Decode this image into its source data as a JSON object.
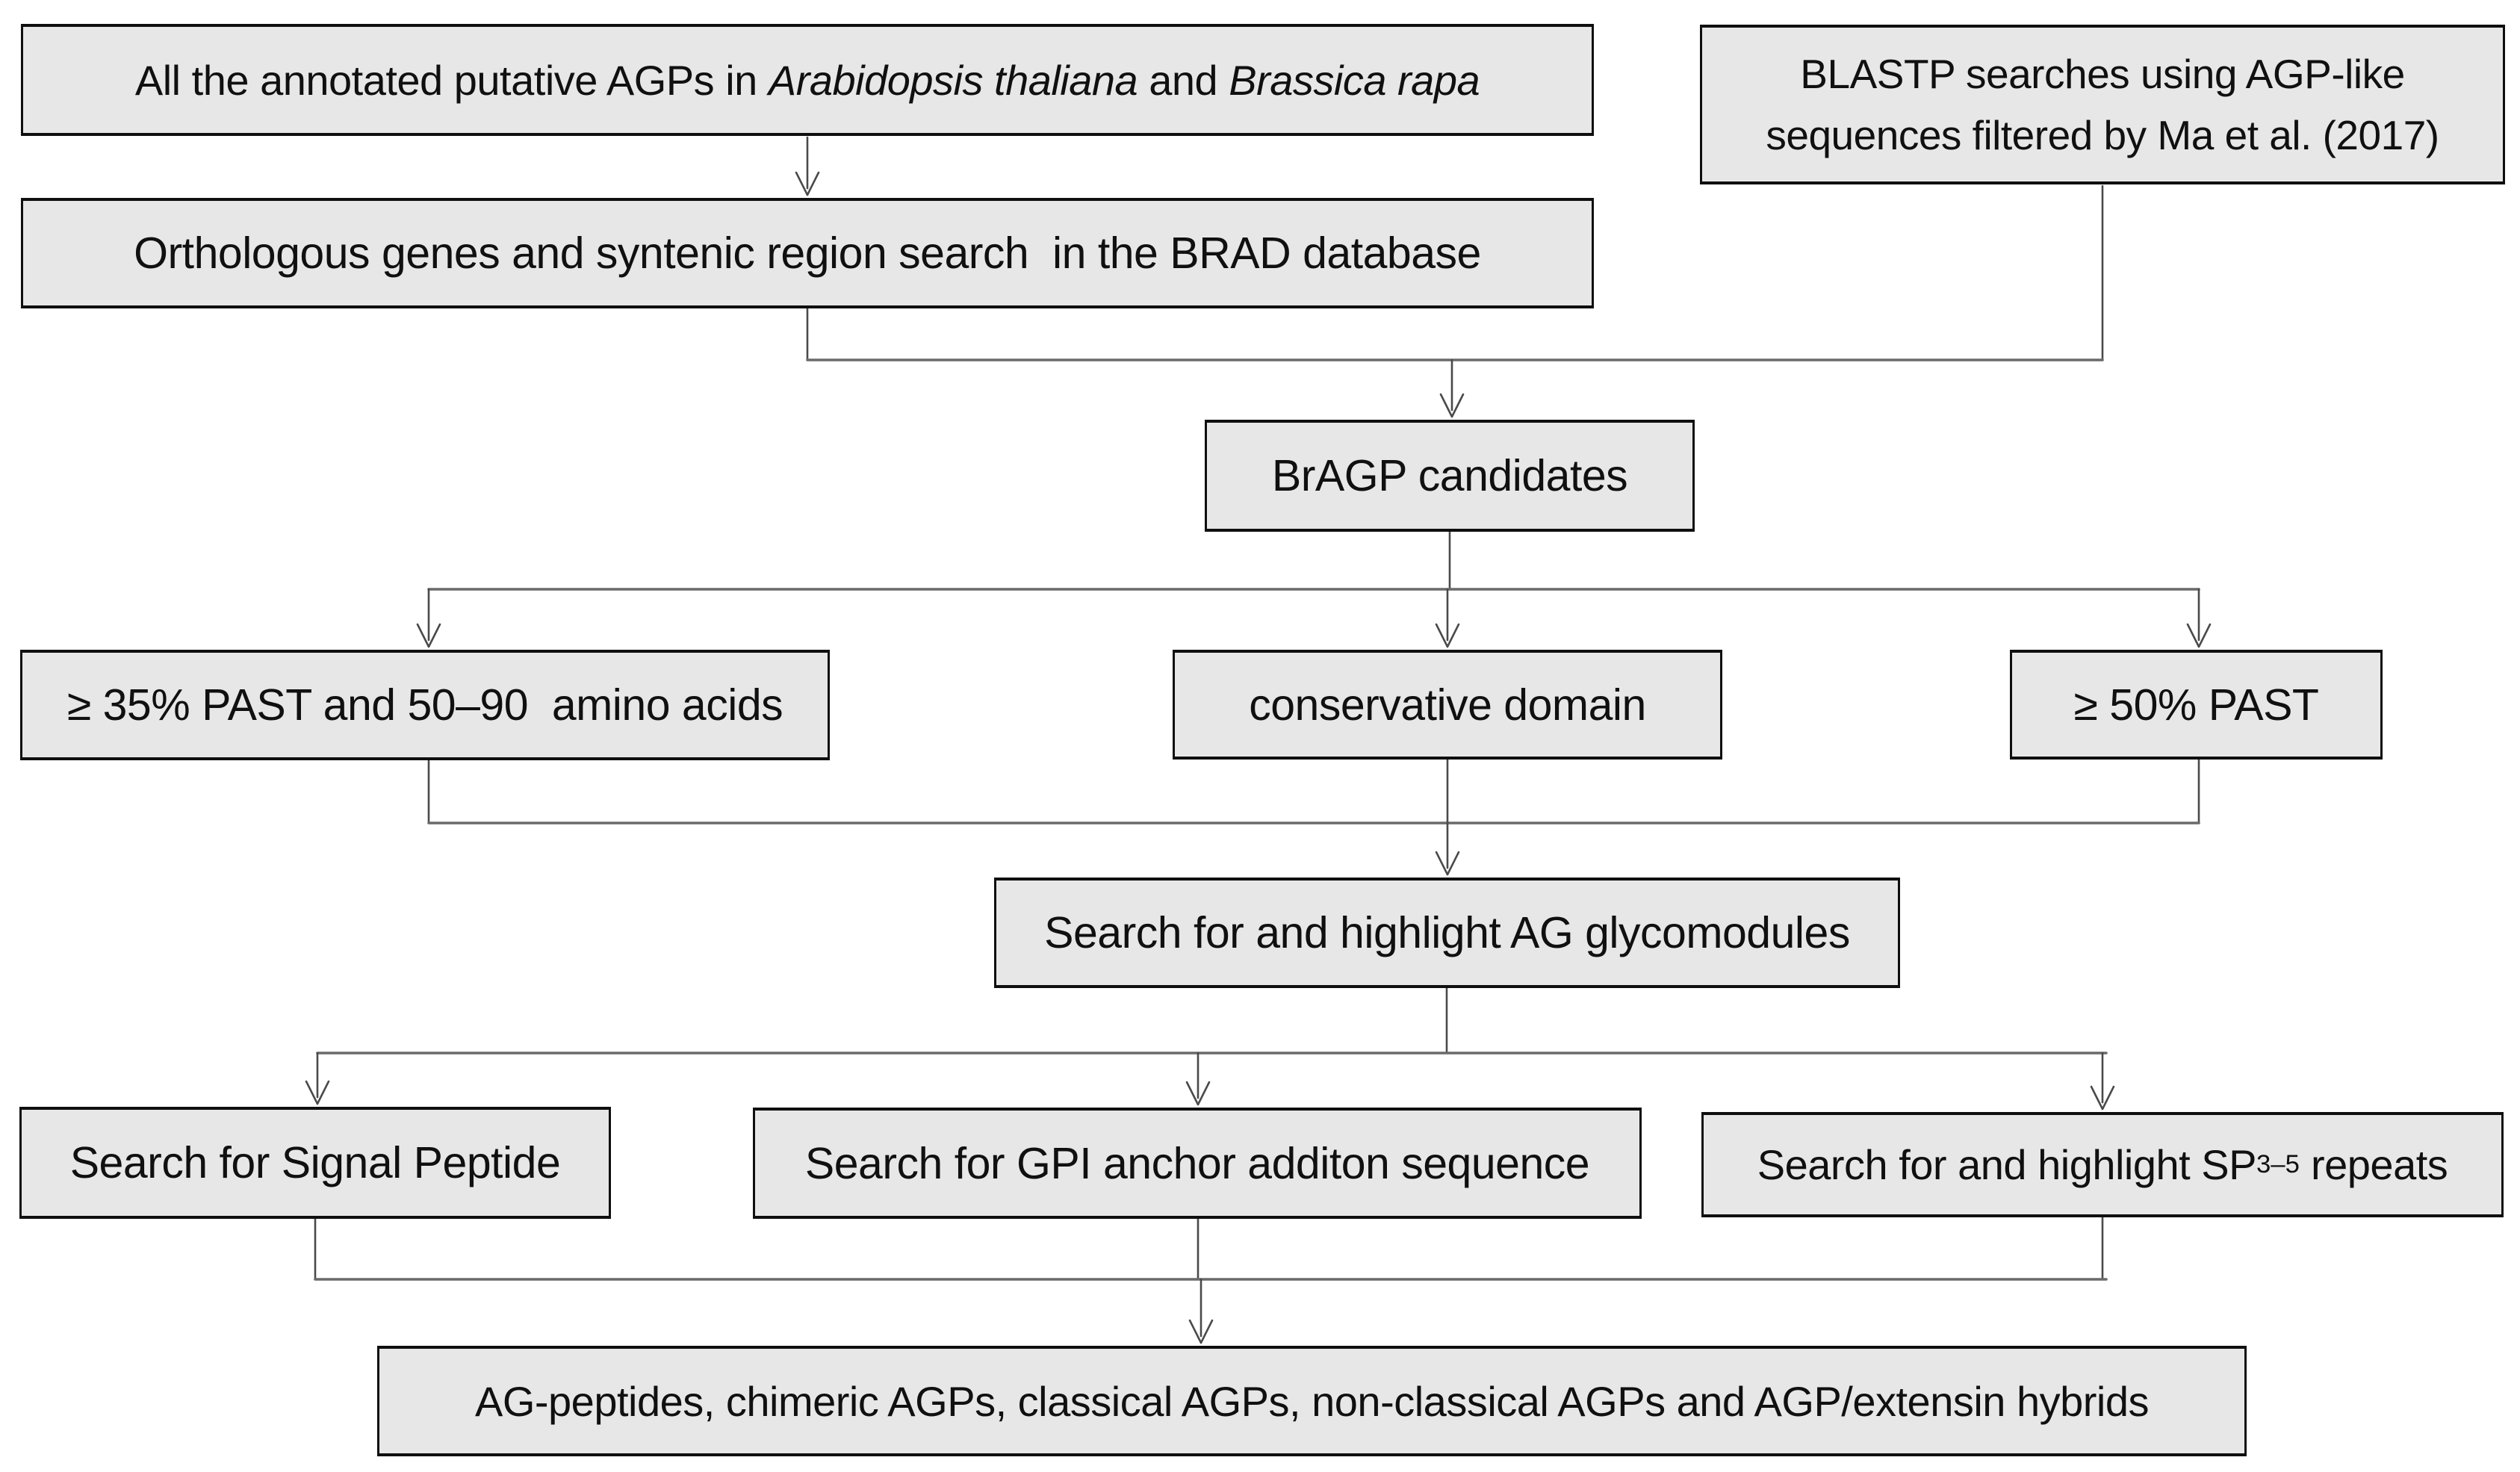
{
  "colors": {
    "box_fill": "#e7e7e7",
    "box_border": "#0f0f0f",
    "connector": "#4a4a4a",
    "background": "#ffffff",
    "text": "#101010"
  },
  "nodes": {
    "annotated_agps": {
      "text_prefix": "All the annotated putative AGPs in ",
      "species_1": "Arabidopsis thaliana",
      "text_middle": " and ",
      "species_2": "Brassica rapa"
    },
    "blastp": {
      "line1": "BLASTP searches using AGP-like",
      "line2": "sequences filtered by Ma et al. (2017)"
    },
    "ortho_search": {
      "label": "Orthologous genes and syntenic region search  in the BRAD database"
    },
    "bragp_candidates": {
      "label": "BrAGP candidates"
    },
    "past35": {
      "label": "≥ 35% PAST and 50–90  amino acids"
    },
    "conservative_domain": {
      "label": "conservative domain"
    },
    "past50": {
      "label": "≥ 50% PAST"
    },
    "glycomodules": {
      "label": "Search for and highlight AG glycomodules"
    },
    "signal_peptide": {
      "label": "Search for Signal Peptide"
    },
    "gpi_anchor": {
      "label": "Search for GPI anchor additon sequence"
    },
    "sp_repeats": {
      "text_prefix": "Search for and highlight SP",
      "subscript": "3–5",
      "text_suffix": " repeats"
    },
    "result": {
      "label": "AG-peptides, chimeric AGPs, classical AGPs, non-classical AGPs and AGP/extensin hybrids"
    }
  }
}
